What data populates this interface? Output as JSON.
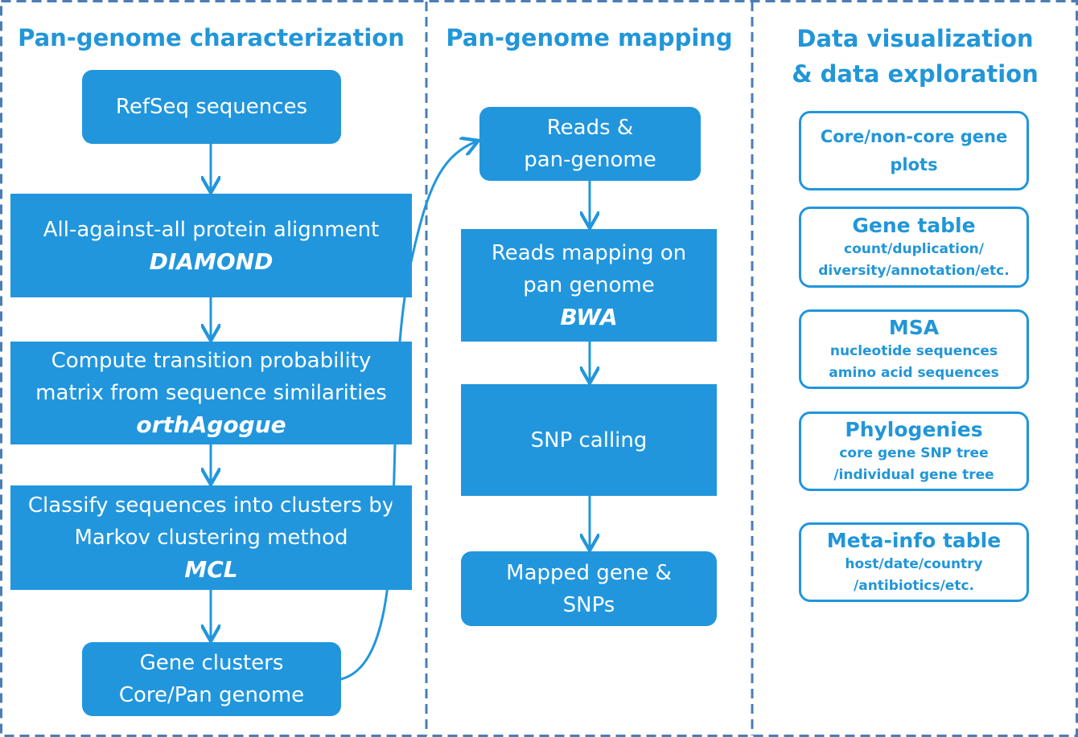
{
  "columns": {
    "characterization": {
      "title": "Pan-genome characterization",
      "steps": [
        {
          "lines": [
            "RefSeq sequences"
          ],
          "tool": ""
        },
        {
          "lines": [
            "All-against-all protein alignment"
          ],
          "tool": "DIAMOND"
        },
        {
          "lines": [
            "Compute transition probability",
            "matrix from sequence similarities"
          ],
          "tool": "orthAgogue"
        },
        {
          "lines": [
            "Classify sequences into clusters by",
            "Markov clustering method"
          ],
          "tool": "MCL"
        },
        {
          "lines": [
            "Gene clusters",
            "Core/Pan genome"
          ],
          "tool": ""
        }
      ]
    },
    "mapping": {
      "title": "Pan-genome mapping",
      "steps": [
        {
          "lines": [
            "Reads &",
            "pan-genome"
          ],
          "tool": ""
        },
        {
          "lines": [
            "Reads mapping on",
            "pan genome"
          ],
          "tool": "BWA"
        },
        {
          "lines": [
            "SNP calling"
          ],
          "tool": ""
        },
        {
          "lines": [
            "Mapped gene &",
            "SNPs"
          ],
          "tool": ""
        }
      ]
    },
    "visualization": {
      "title_lines": [
        "Data visualization",
        "& data exploration"
      ],
      "items": [
        {
          "title": "",
          "solo_lines": [
            "Core/non-core gene",
            "plots"
          ]
        },
        {
          "title": "Gene table",
          "sub_lines": [
            "count/duplication/",
            "diversity/annotation/etc."
          ]
        },
        {
          "title": "MSA",
          "sub_lines": [
            "nucleotide sequences",
            "amino acid sequences"
          ]
        },
        {
          "title": "Phylogenies",
          "sub_lines": [
            "core gene SNP tree",
            "/individual gene tree"
          ]
        },
        {
          "title": "Meta-info table",
          "sub_lines": [
            "host/date/country",
            "/antibiotics/etc."
          ]
        }
      ]
    }
  },
  "colors": {
    "box_fill": "#2196dd",
    "title_text": "#2196d8",
    "border": "#4a7eb5"
  }
}
